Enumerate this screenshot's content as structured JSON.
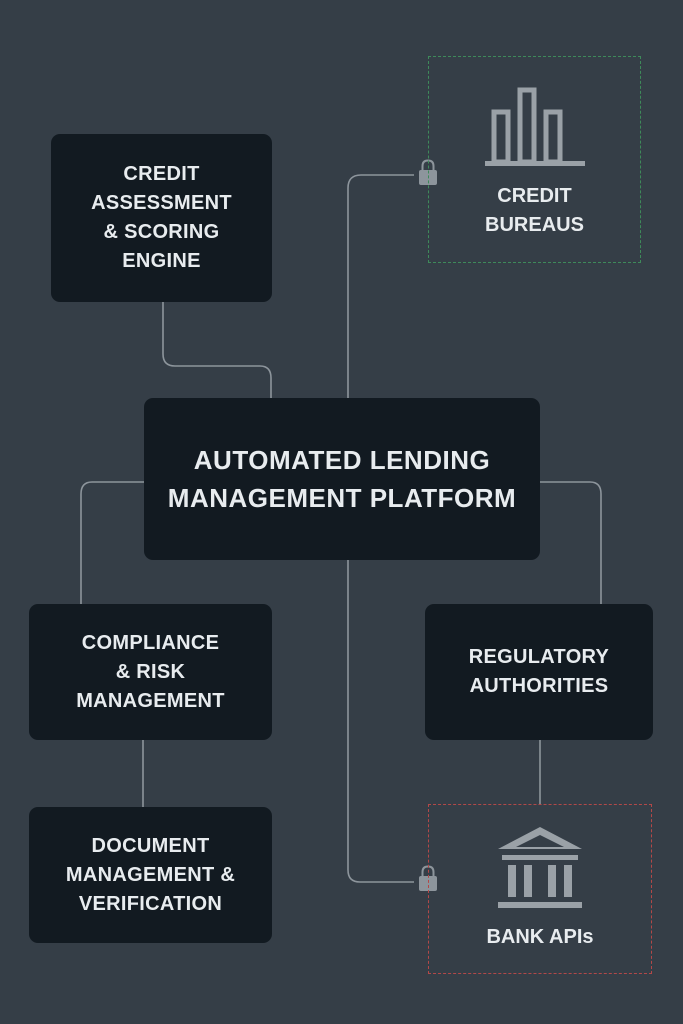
{
  "nodes": {
    "credit_engine": "CREDIT\nASSESSMENT\n& SCORING\nENGINE",
    "platform": "AUTOMATED LENDING\nMANAGEMENT PLATFORM",
    "compliance": "COMPLIANCE\n& RISK\nMANAGEMENT",
    "regulatory": "REGULATORY\nAUTHORITIES",
    "document": "DOCUMENT\nMANAGEMENT &\nVERIFICATION"
  },
  "external": {
    "credit_bureaus": {
      "label": "CREDIT\nBUREAUS",
      "icon": "bar-chart-icon",
      "border_color": "#3e8a5a"
    },
    "bank_apis": {
      "label": "BANK APIs",
      "icon": "bank-building-icon",
      "border_color": "#b24848"
    }
  },
  "colors": {
    "background": "#353e47",
    "node_fill": "#121a21",
    "connector": "#8d959c",
    "icon": "#9aa1a7"
  },
  "icons": {
    "connection_lock": "padlock-icon"
  }
}
